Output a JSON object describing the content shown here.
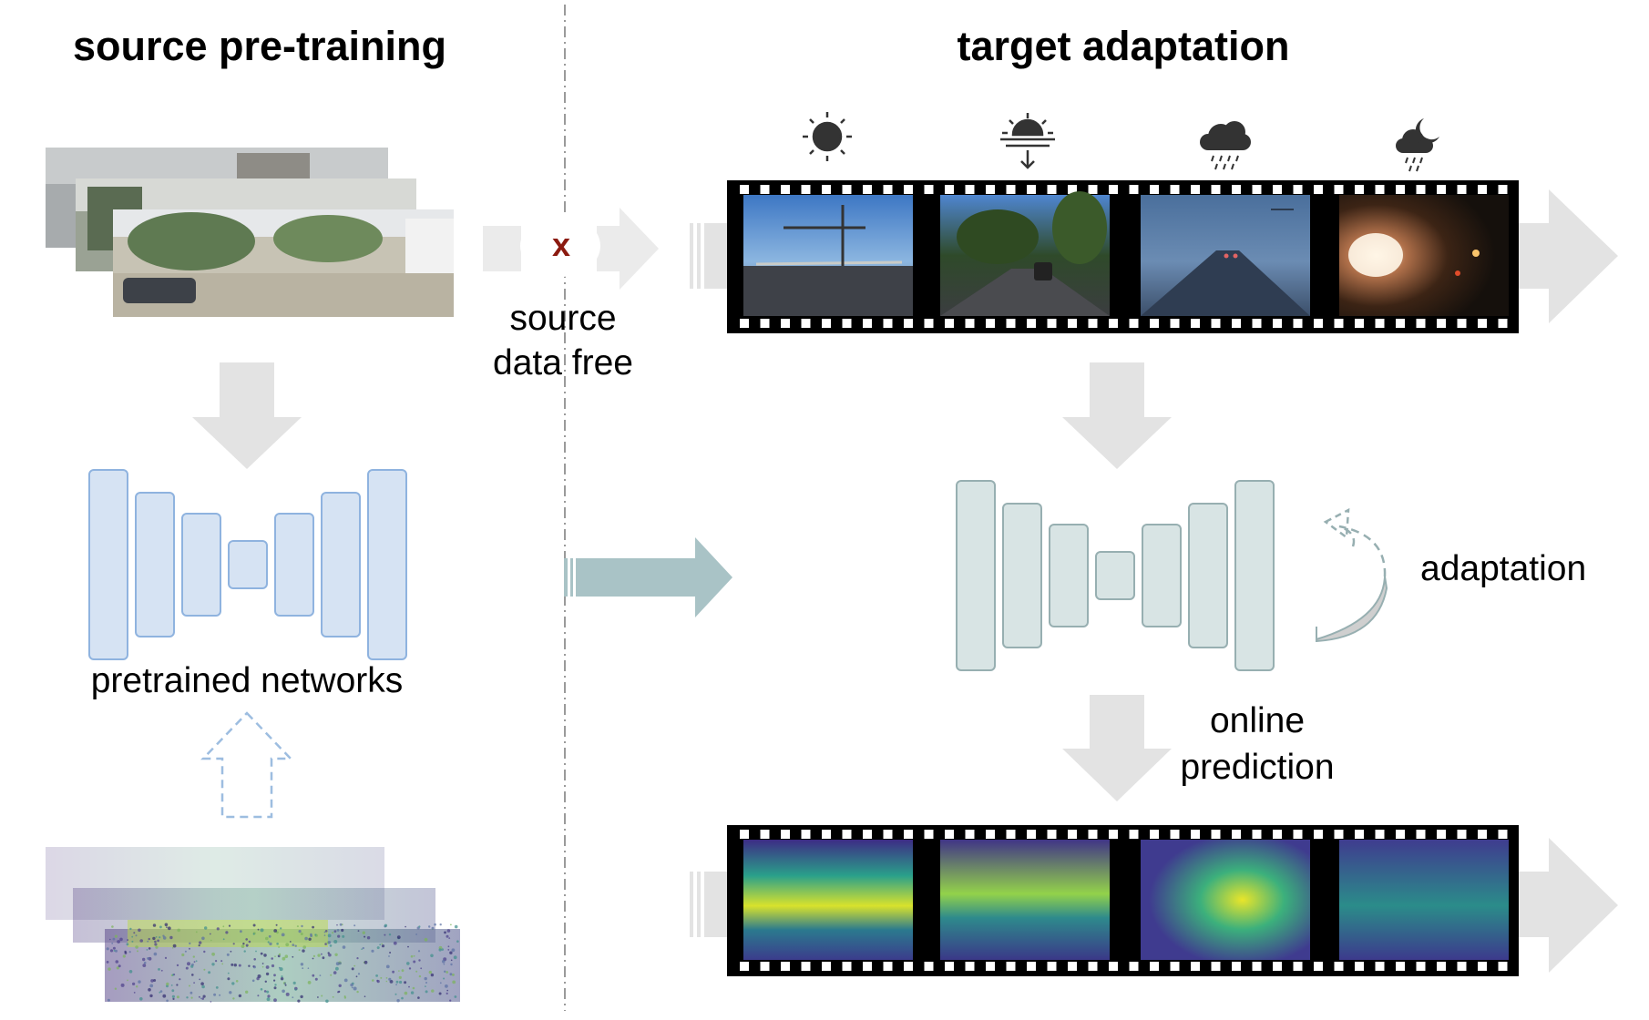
{
  "headings": {
    "left": "source pre-training",
    "right": "target adaptation"
  },
  "labels": {
    "source_data_free_line1": "source",
    "source_data_free_line2": "data free",
    "blocked_mark": "x",
    "pretrained_networks": "pretrained networks",
    "adaptation": "adaptation",
    "online_prediction_line1": "online",
    "online_prediction_line2": "prediction"
  },
  "weather_icons": [
    "sun-icon",
    "sunset-icon",
    "rain-cloud-icon",
    "night-rain-icon"
  ],
  "colors": {
    "source_network_fill": "#d6e3f3",
    "source_network_stroke": "#8fb3df",
    "target_network_fill": "#d8e4e4",
    "target_network_stroke": "#97afb1",
    "transfer_arrow": "#a9c3c6",
    "flow_arrow": "#e3e3e3",
    "blocked_mark": "#8b1a10"
  }
}
